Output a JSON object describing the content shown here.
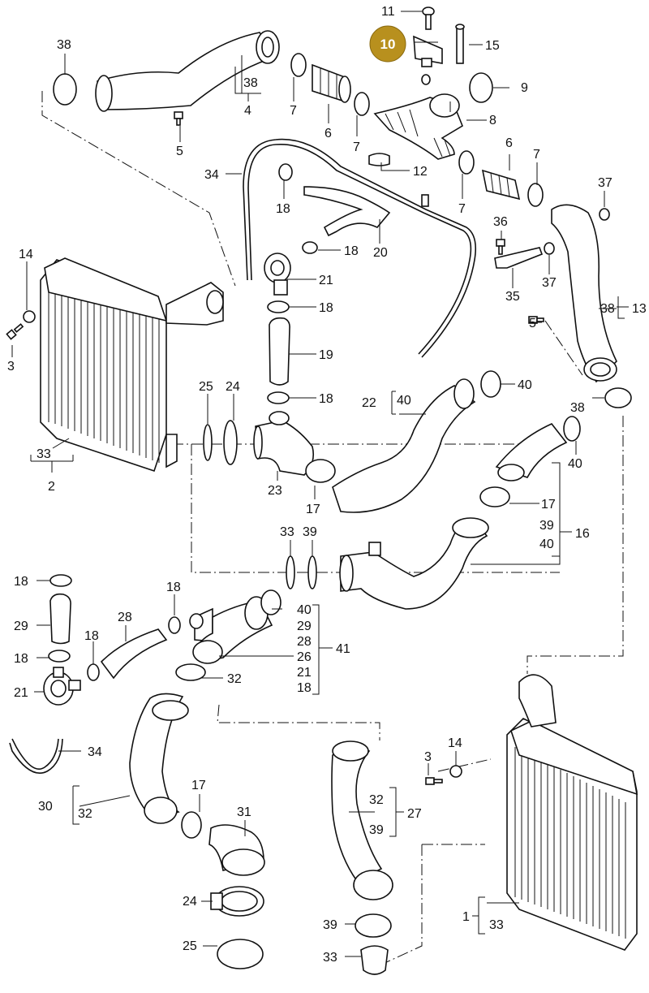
{
  "labels": {
    "l11": "11",
    "l10": "10",
    "l15": "15",
    "l38a": "38",
    "l38b": "38",
    "l4": "4",
    "l7a": "7",
    "l6a": "6",
    "l9": "9",
    "l8": "8",
    "l5a": "5",
    "l7b": "7",
    "l12": "12",
    "l6b": "6",
    "l7c": "7",
    "l7d": "7",
    "l34a": "34",
    "l18a": "18",
    "l18b": "18",
    "l20": "20",
    "l37a": "37",
    "l36": "36",
    "l37b": "37",
    "l35": "35",
    "l14a": "14",
    "l3a": "3",
    "l21a": "21",
    "l18c": "18",
    "l38c": "38",
    "l13": "13",
    "l5b": "5",
    "l19": "19",
    "l18d": "18",
    "l25a": "25",
    "l24a": "24",
    "l22": "22",
    "l40a": "40",
    "l40b": "40",
    "l38d": "38",
    "l33a": "33",
    "l2": "2",
    "l23": "23",
    "l17a": "17",
    "l40c": "40",
    "l17b": "17",
    "l39a": "39",
    "l40d": "40",
    "l16": "16",
    "l33b": "33",
    "l39b": "39",
    "l18e": "18",
    "l29a": "29",
    "l18f": "18",
    "l18g": "18",
    "l28a": "28",
    "l18h": "18",
    "l21b": "21",
    "l34b": "34",
    "l40e": "40",
    "l29b": "29",
    "l28b": "28",
    "l26": "26",
    "l21c": "21",
    "l18i": "18",
    "l41": "41",
    "l32a": "32",
    "l3b": "3",
    "l14b": "14",
    "l30": "30",
    "l32b": "32",
    "l17c": "17",
    "l31": "31",
    "l32c": "32",
    "l27": "27",
    "l39c": "39",
    "l24b": "24",
    "l1": "1",
    "l33c": "33",
    "l39d": "39",
    "l25b": "25",
    "l33d": "33"
  },
  "colors": {
    "highlight": "#b8901e",
    "ink": "#111111"
  }
}
